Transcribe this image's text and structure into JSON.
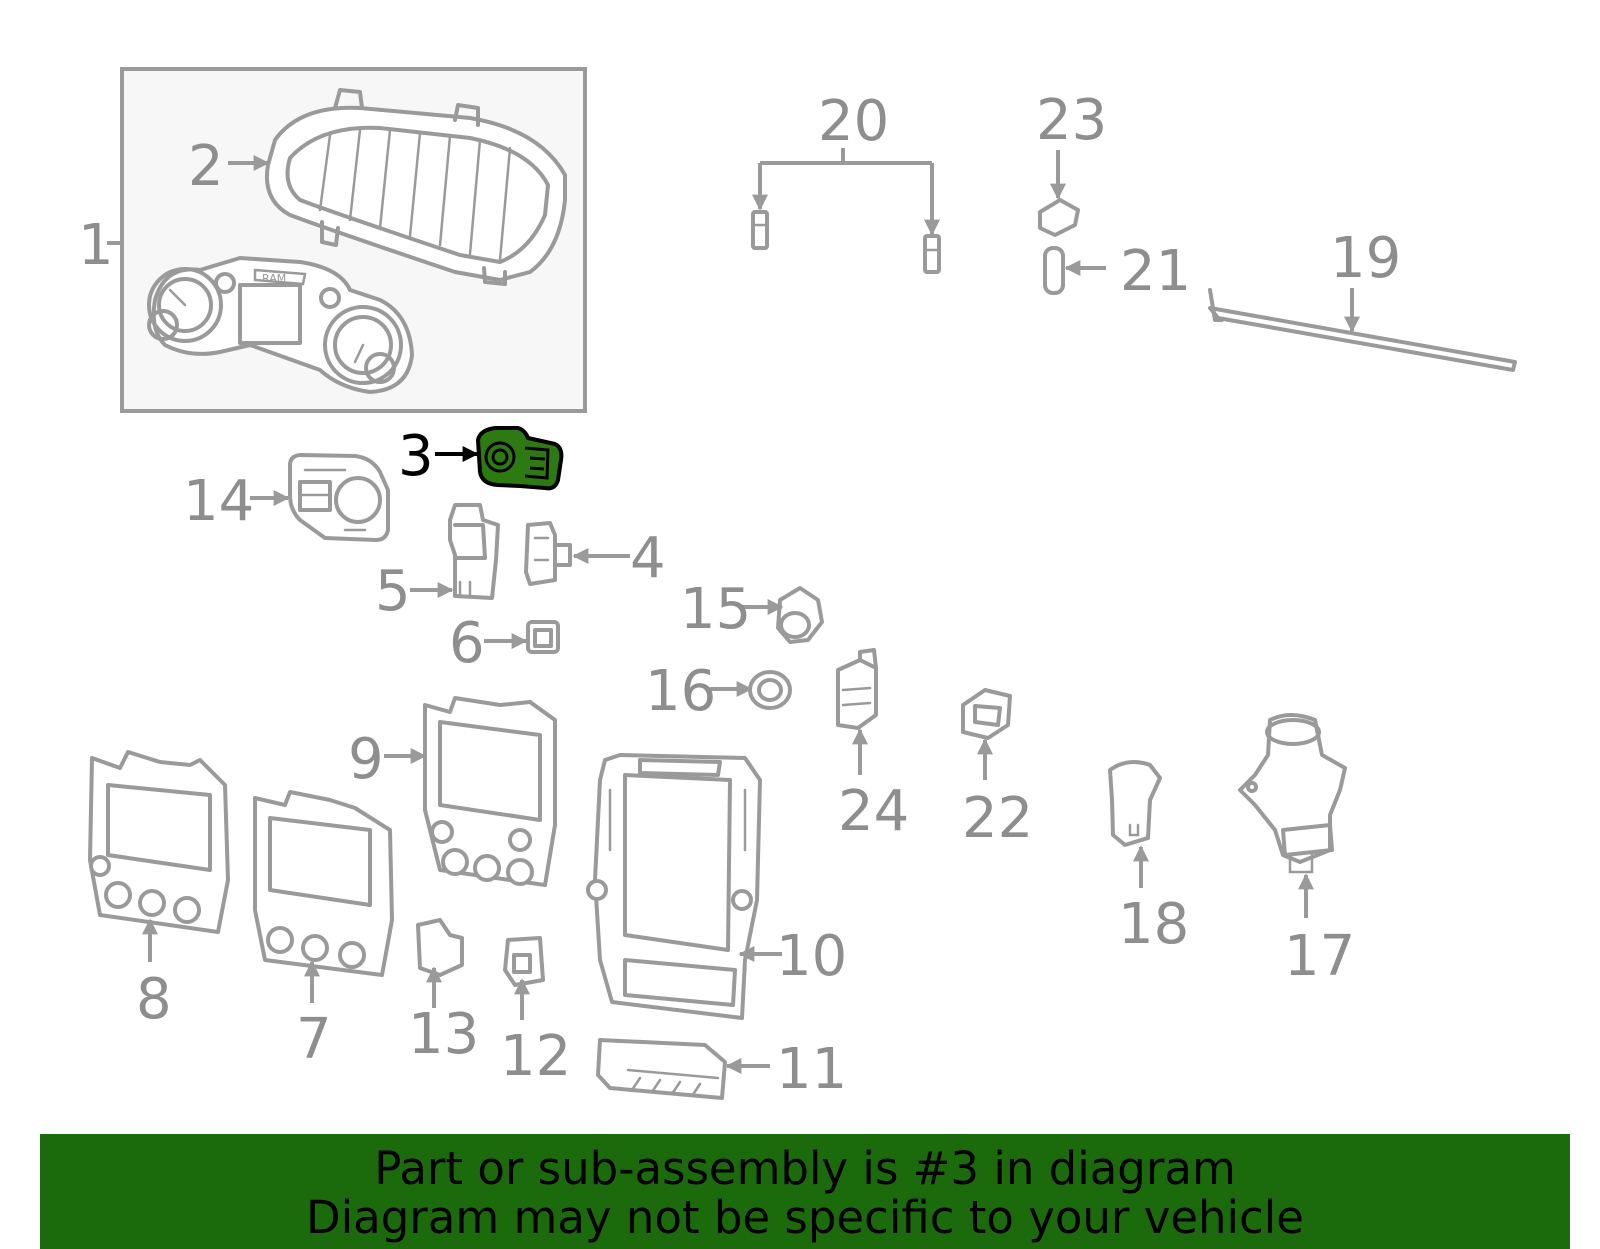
{
  "callouts": [
    {
      "num": "1"
    },
    {
      "num": "2"
    },
    {
      "num": "3"
    },
    {
      "num": "4"
    },
    {
      "num": "5"
    },
    {
      "num": "6"
    },
    {
      "num": "7"
    },
    {
      "num": "8"
    },
    {
      "num": "9"
    },
    {
      "num": "10"
    },
    {
      "num": "11"
    },
    {
      "num": "12"
    },
    {
      "num": "13"
    },
    {
      "num": "14"
    },
    {
      "num": "15"
    },
    {
      "num": "16"
    },
    {
      "num": "17"
    },
    {
      "num": "18"
    },
    {
      "num": "19"
    },
    {
      "num": "20"
    },
    {
      "num": "21"
    },
    {
      "num": "22"
    },
    {
      "num": "23"
    },
    {
      "num": "24"
    }
  ],
  "highlighted_part": "3",
  "emblem_text": "RAM",
  "banner": {
    "line1": "Part or sub-assembly is #3 in diagram",
    "line2": "Diagram may not be specific to your vehicle"
  },
  "colors": {
    "highlight": "#2d7a12",
    "banner_bg": "#1b6a0b",
    "line_art": "#9a9a9a"
  }
}
